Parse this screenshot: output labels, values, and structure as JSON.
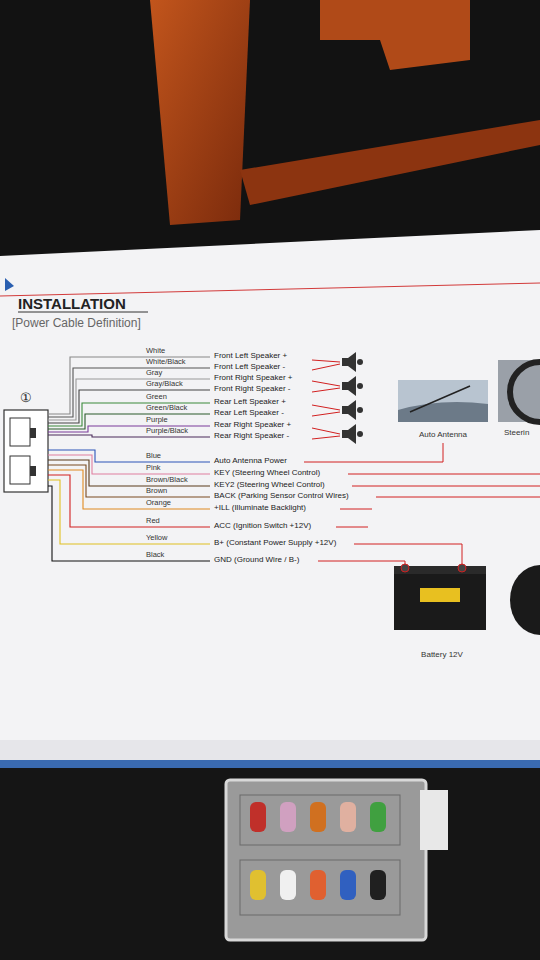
{
  "diagram": {
    "title": "INSTALLATION",
    "nodes": [
      {
        "text": [
          "Auto Antenna"
        ]
      },
      {
        "text": [
          "Steerin"
        ]
      },
      {
        "text": [
          "Battery 12V"
        ]
      }
    ],
    "labels": [
      "[Power Cable Definition]",
      "①",
      "White",
      "White/Black",
      "Gray",
      "Gray/Black",
      "Green",
      "Green/Black",
      "Purple",
      "Purple/Black",
      "Blue",
      "Pink",
      "Brown/Black",
      "Brown",
      "Orange",
      "Red",
      "Yellow",
      "Black",
      "Front Left Speaker +",
      "Front Left Speaker -",
      "Front Right Speaker +",
      "Front Right Speaker -",
      "Rear Left Speaker +",
      "Rear Left Speaker -",
      "Rear Right Speaker +",
      "Rear Right Speaker -",
      "Auto Antenna Power",
      "KEY (Steering Wheel Control)",
      "KEY2 (Steering Wheel Control)",
      "BACK (Parking Sensor Control Wires)",
      "+ILL (Illuminate Backlight)",
      "ACC (Ignition Switch +12V)",
      "B+ (Constant Power Supply +12V)",
      "GND (Ground Wire / B-)"
    ]
  }
}
